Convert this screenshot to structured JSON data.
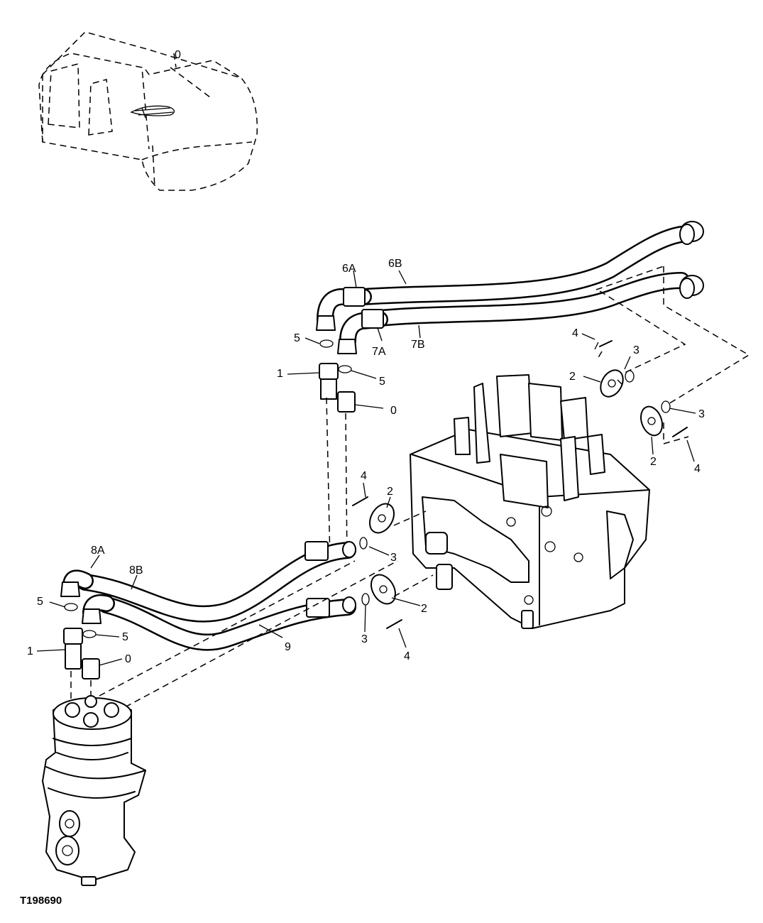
{
  "figure_id": "T198690",
  "inset_marker": "0",
  "callouts": {
    "hose_6a": "6A",
    "hose_6b": "6B",
    "hose_7a": "7A",
    "hose_7b": "7B",
    "hose_8a": "8A",
    "hose_8b": "8B",
    "hose_9": "9",
    "fitting_1": "1",
    "flange_2": "2",
    "oring_3": "3",
    "screw_4": "4",
    "oring_5": "5",
    "adapter_0": "0"
  }
}
